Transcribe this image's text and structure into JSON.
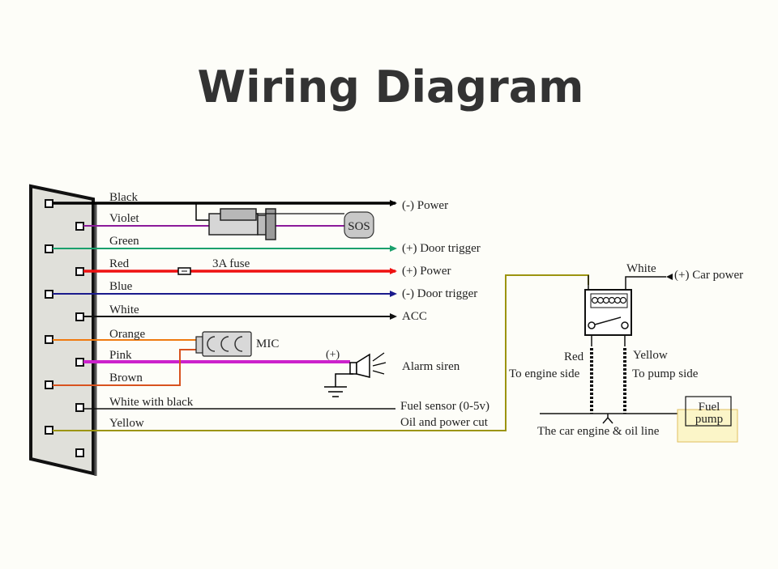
{
  "title": "Wiring Diagram",
  "colors": {
    "black": "#000000",
    "violet": "#8b1a9a",
    "green": "#1aa06c",
    "red": "#ee1111",
    "blue": "#1a1a8c",
    "white_wire": "#111111",
    "orange": "#ef7a10",
    "pink": "#cc22cc",
    "brown": "#d8531f",
    "yellow": "#9c9410",
    "background": "#fdfdf8"
  },
  "wires": [
    {
      "name": "Black",
      "dest": "(-) Power"
    },
    {
      "name": "Violet",
      "dest": ""
    },
    {
      "name": "Green",
      "dest": "(+) Door trigger"
    },
    {
      "name": "Red",
      "dest": "(+) Power"
    },
    {
      "name": "Blue",
      "dest": "(-) Door trigger"
    },
    {
      "name": "White",
      "dest": "ACC"
    },
    {
      "name": "Orange",
      "dest": ""
    },
    {
      "name": "Pink",
      "dest": "Alarm siren"
    },
    {
      "name": "Brown",
      "dest": ""
    },
    {
      "name": "White with black",
      "dest": "Fuel sensor (0-5v)"
    },
    {
      "name": "Yellow",
      "dest": "Oil and power cut"
    }
  ],
  "components": {
    "sos": "SOS",
    "fuse": "3A fuse",
    "mic": "MIC",
    "siren_polarity": "(+)"
  },
  "relay": {
    "white_label": "White",
    "car_power": "(+) Car power",
    "red_label": "Red",
    "to_engine": "To engine side",
    "yellow_label": "Yellow",
    "to_pump": "To pump side",
    "engine_line": "The car engine & oil line",
    "fuel": "Fuel",
    "pump": "pump"
  }
}
